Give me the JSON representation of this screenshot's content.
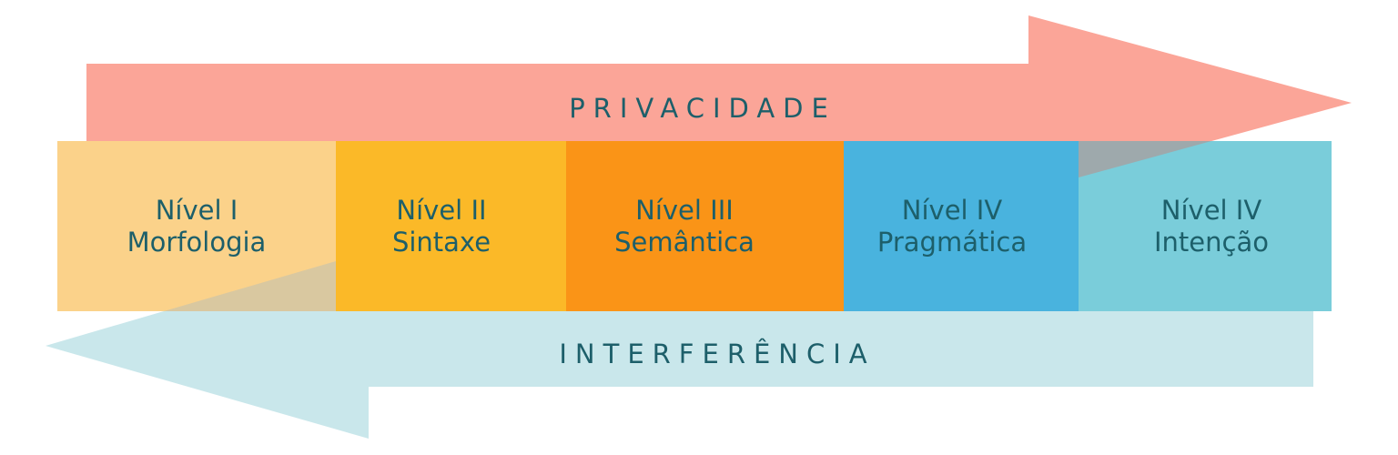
{
  "arrows": {
    "top": {
      "label": "PRIVACIDADE",
      "color": "#fba598"
    },
    "bottom": {
      "label": "INTERFERÊNCIA",
      "color": "#c9e7eb"
    }
  },
  "levels": [
    {
      "title": "Nível I",
      "subtitle": "Morfologia",
      "color": "#fbd28a"
    },
    {
      "title": "Nível II",
      "subtitle": "Sintaxe",
      "color": "#fbb928"
    },
    {
      "title": "Nível III",
      "subtitle": "Semântica",
      "color": "#fa9417"
    },
    {
      "title": "Nível IV",
      "subtitle": "Pragmática",
      "color": "#49b3de"
    },
    {
      "title": "Nível IV",
      "subtitle": "Intenção",
      "color": "#7acdda"
    }
  ],
  "text_color": "#1d5f6a"
}
